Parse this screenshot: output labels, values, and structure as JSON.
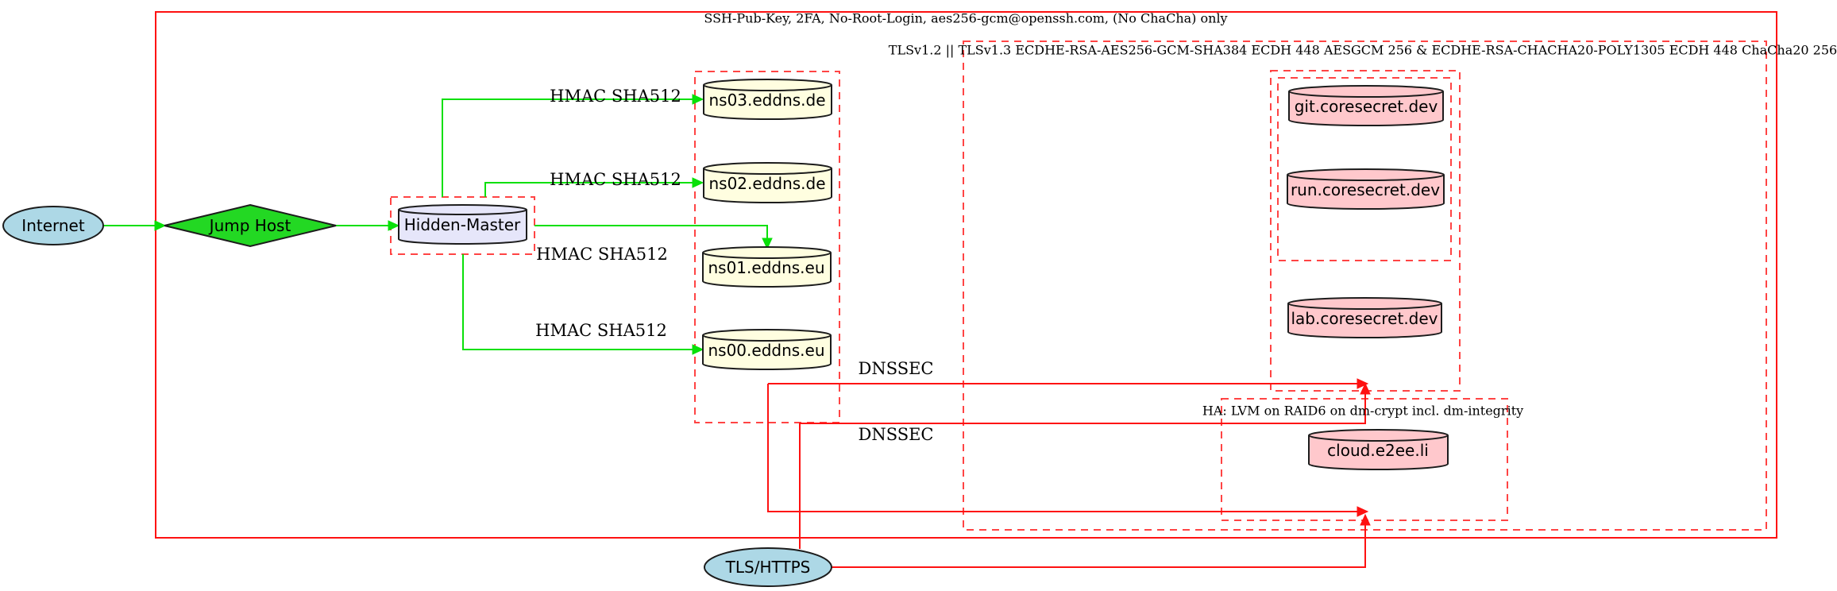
{
  "clusters": {
    "ssh": {
      "label": "SSH-Pub-Key, 2FA, No-Root-Login, aes256-gcm@openssh.com, (No ChaCha) only"
    },
    "tls": {
      "label": "TLSv1.2 || TLSv1.3 ECDHE-RSA-AES256-GCM-SHA384 ECDH 448 AESGCM 256 & ECDHE-RSA-CHACHA20-POLY1305 ECDH 448 ChaCha20 256"
    },
    "ha": {
      "label": "HA: LVM on RAID6 on dm-crypt incl. dm-integrity"
    }
  },
  "nodes": {
    "internet": {
      "label": "Internet",
      "shape": "ellipse",
      "fill": "#add8e6"
    },
    "jump_host": {
      "label": "Jump Host",
      "shape": "diamond",
      "fill": "#23d823"
    },
    "hidden_master": {
      "label": "Hidden-Master",
      "shape": "cylinder",
      "fill": "#e6e6fa"
    },
    "ns03": {
      "label": "ns03.eddns.de",
      "shape": "cylinder",
      "fill": "#fffee0"
    },
    "ns02": {
      "label": "ns02.eddns.de",
      "shape": "cylinder",
      "fill": "#fffee0"
    },
    "ns01": {
      "label": "ns01.eddns.eu",
      "shape": "cylinder",
      "fill": "#fffee0"
    },
    "ns00": {
      "label": "ns00.eddns.eu",
      "shape": "cylinder",
      "fill": "#fffee0"
    },
    "git": {
      "label": "git.coresecret.dev",
      "shape": "cylinder",
      "fill": "#ffc8cc"
    },
    "run": {
      "label": "run.coresecret.dev",
      "shape": "cylinder",
      "fill": "#ffc8cc"
    },
    "lab": {
      "label": "lab.coresecret.dev",
      "shape": "cylinder",
      "fill": "#ffc8cc"
    },
    "cloud": {
      "label": "cloud.e2ee.li",
      "shape": "cylinder",
      "fill": "#ffc8cc"
    },
    "tls_https": {
      "label": "TLS/HTTPS",
      "shape": "ellipse",
      "fill": "#add8e6"
    }
  },
  "edge_labels": {
    "hmac": "HMAC SHA512",
    "dnssec": "DNSSEC"
  },
  "colors": {
    "red_solid": "#fe1111",
    "red_dashed": "#ff4444",
    "green": "#09e009",
    "node_outline": "#1c1c1c",
    "node_blue": "#add8e6",
    "node_green": "#23d823",
    "node_lavender": "#e6e6fa",
    "node_yellow": "#fffee0",
    "node_pink": "#ffc8cc",
    "background": "#ffffff"
  }
}
